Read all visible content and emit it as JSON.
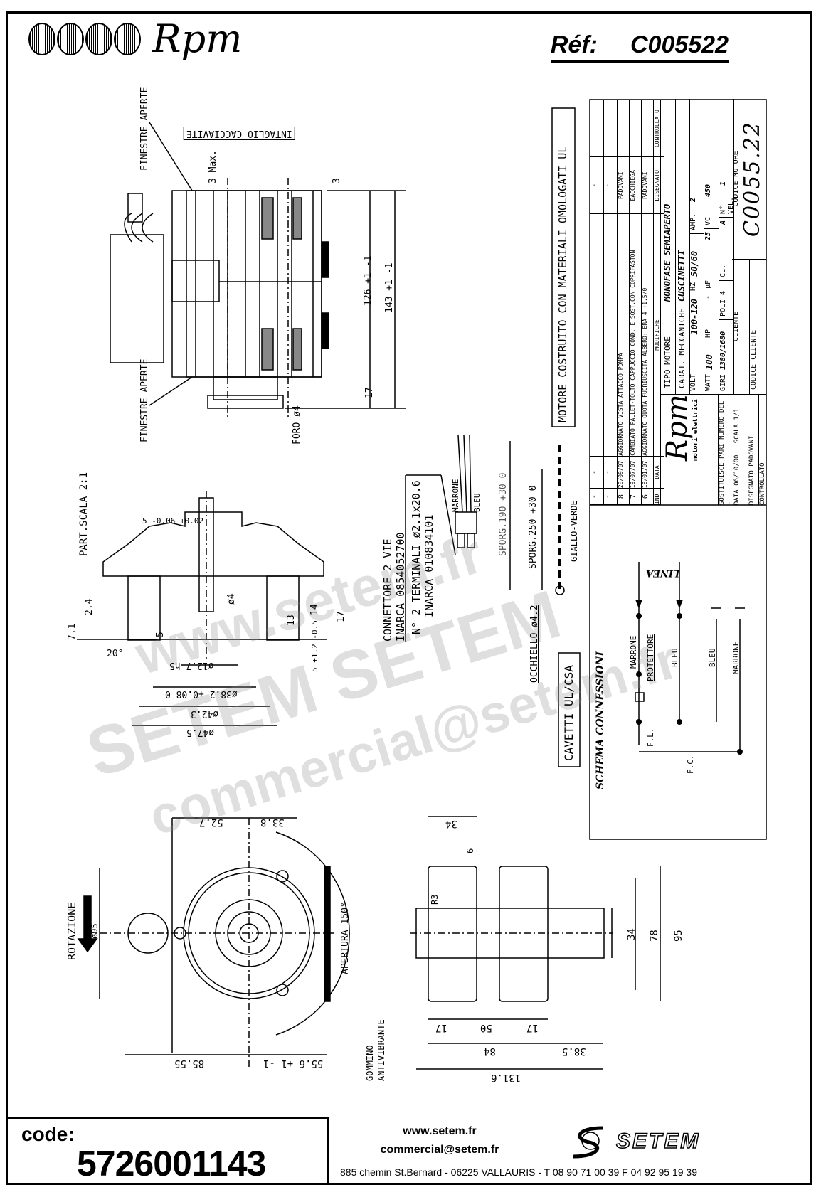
{
  "header": {
    "brand": "Rpm",
    "ref_label": "Réf:",
    "ref_value": "C005522"
  },
  "side_view": {
    "label_windows_top": "FINESTRE APERTE",
    "label_windows_bottom": "FINESTRE APERTE",
    "label_screwdriver_slot": "INTAGLIO CACCIAVITE",
    "dim_3max": "3 Max.",
    "dim_3": "3",
    "dim_126": "126 +1 -1",
    "dim_143": "143 +1 -1",
    "dim_17": "17",
    "label_hole": "FORO ø4"
  },
  "detail_view": {
    "title": "PART.SCALA 2:1",
    "dims": [
      "5 -0.06 +0.02",
      "2.4",
      "7.1",
      "20°",
      "ø4",
      "5",
      "13",
      "14",
      "17",
      "5 +1.2 -0.5",
      "ø12.7 h5",
      "ø38.2 +0.08 0",
      "ø42.3",
      "ø47.5"
    ]
  },
  "connector": {
    "line1": "CONNETTORE 2 VIE",
    "line2": "INARCA 0854052700",
    "line3": "N° 2 TERMINALI ø2.1x20.6",
    "line4": "INARCA 010834101",
    "wire1": "MARRONE",
    "wire2": "BLEU",
    "sporg190": "SPORG.190 +30 0",
    "sporg250": "SPORG.250 +30 0",
    "ground": "GIALLO-VERDE",
    "eyelet": "OCCHIELLO ø4.2",
    "cables": "CAVETTI UL/CSA"
  },
  "ul_note": "MOTORE COSTRUITO CON MATERIALI OMOLOGATI UL",
  "title_block": {
    "revisions": [
      {
        "ind": "-",
        "data": "-",
        "desc": "",
        "dis": "-",
        "contr": ""
      },
      {
        "ind": "-",
        "data": "-",
        "desc": "",
        "dis": "-",
        "contr": ""
      },
      {
        "ind": "8",
        "data": "28/09/07",
        "desc": "AGGIORNATO VISTA ATTACCO POMPA",
        "dis": "PADOVANI",
        "contr": ""
      },
      {
        "ind": "7",
        "data": "19/07/07",
        "desc": "CAMBIATO PALLET-TOLTO CAPPUCCIO COND. E SOST.CON COPRIFASTON",
        "dis": "BACCHIEGA",
        "contr": ""
      },
      {
        "ind": "6",
        "data": "18/01/07",
        "desc": "AGGIORNATO QUOTA FUORIUSCITA ALBERO: ERA 4 +1.5/0",
        "dis": "PADOVANI",
        "contr": ""
      }
    ],
    "rev_headers": {
      "ind": "IND",
      "data": "DATA",
      "desc": "MODIFICHE",
      "dis": "DISEGNATO",
      "contr": "CONTROLLATO"
    },
    "logo_brand": "Rpm",
    "logo_sub": "motori elettrici",
    "tipo_motore_label": "TIPO MOTORE",
    "tipo_motore_value": "MONOFASE SEMIAPERTO",
    "carat_label": "CARAT. MECCANICHE",
    "carat_value": "CUSCINETTI",
    "volt_label": "VOLT",
    "volt_value": "100-120",
    "hz_label": "HZ",
    "hz_value": "50/60",
    "amp_label": "AMP.",
    "amp_value": "2",
    "watt_label": "WATT",
    "watt_value": "100",
    "hp_label": "HP",
    "hp_value": "-",
    "uf_label": "µF",
    "uf_value": "25",
    "vc_label": "VC",
    "vc_value": "450",
    "giri_label": "GIRI",
    "giri_value": "1380/1680",
    "poli_label": "POLI",
    "poli_value": "4",
    "cl_label": "CL.",
    "cl_value": "A",
    "nvel_label": "N° VEL.",
    "nvel_value": "1",
    "sostituisce_label": "SOSTITUISCE PARI NUMERO DEL",
    "sostituisce_value": "-",
    "data_label": "DATA",
    "data_value": "06/10/00",
    "scala_label": "SCALA",
    "scala_value": "1/1",
    "disegnato_label": "DISEGNATO",
    "disegnato_value": "PADOVANI",
    "controllato_label": "CONTROLLATO",
    "cliente_label": "CLIENTE",
    "codice_cliente_label": "CODICE CLIENTE",
    "codice_motore_label": "CODICE MOTORE",
    "codice_motore_value": "C0055.22"
  },
  "schema": {
    "title": "SCHEMA CONNESSIONI",
    "linea": "LINEA",
    "marrone": "MARRONE",
    "protettore": "PROTETTORE",
    "bleu1": "BLEU",
    "bleu2": "BLEU",
    "marrone2": "MARRONE",
    "fl": "F.L.",
    "fc": "F.C."
  },
  "front_view": {
    "rotation": "ROTAZIONE",
    "dia95": "ø95",
    "dim_52_7": "52.7",
    "dim_33_8": "33.8",
    "dim_85_55": "85.55",
    "dim_55_6": "55.6 +1 -1",
    "aperture": "APERTURA 150°",
    "gommino": "GOMMINO ANTIVIBRANTE"
  },
  "bottom_view": {
    "dims": {
      "w34": "34",
      "slot6": "6",
      "r3": "R3",
      "h34": "34",
      "h78": "78",
      "h95": "95",
      "d17a": "17",
      "d50": "50",
      "d17b": "17",
      "d84": "84",
      "d38_5": "38.5",
      "d131_6": "131.6",
      "eq": "="
    }
  },
  "footer": {
    "code_label": "code:",
    "code_value": "5726001143",
    "website": "www.setem.fr",
    "email": "commercial@setem.fr",
    "address": "885 chemin St.Bernard  -  06225 VALLAURIS  -  T 08 90 71 00 39   F 04 92 95 19 39",
    "setem_brand": "SETEM"
  },
  "watermark": {
    "line1": "www.setem.fr",
    "line2": "SETEM SETEM",
    "line3": "commercial@setem.fr"
  }
}
